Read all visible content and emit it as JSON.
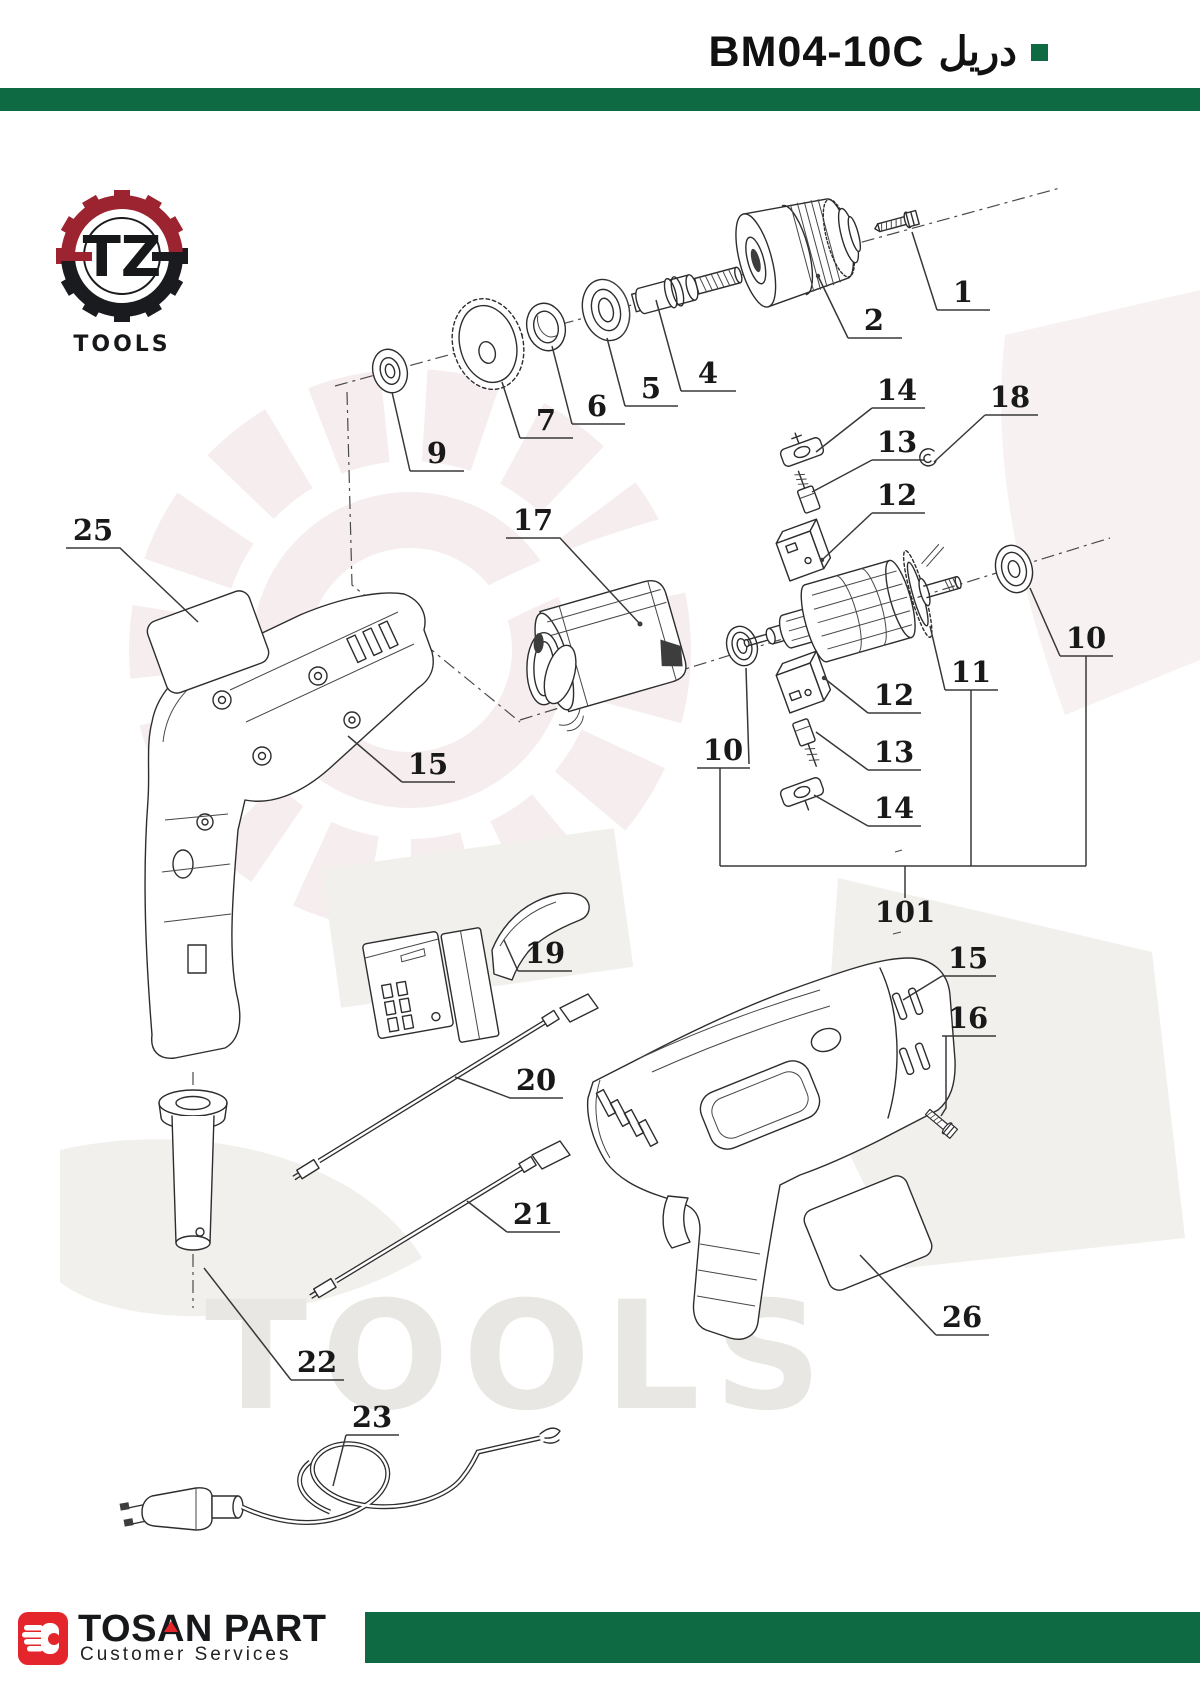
{
  "header": {
    "title_model": "BM04-10C",
    "title_arabic": "دريل",
    "accent_green": "#0d6a42"
  },
  "logo": {
    "monogram": "TZ",
    "text": "TOOLS",
    "red": "#9c2430",
    "black": "#1a1b1e"
  },
  "watermark": {
    "text": "TOOLS"
  },
  "callouts": [
    {
      "n": "1"
    },
    {
      "n": "2"
    },
    {
      "n": "4"
    },
    {
      "n": "5"
    },
    {
      "n": "6"
    },
    {
      "n": "7"
    },
    {
      "n": "9"
    },
    {
      "n": "14"
    },
    {
      "n": "13"
    },
    {
      "n": "12"
    },
    {
      "n": "18"
    },
    {
      "n": "17"
    },
    {
      "n": "25"
    },
    {
      "n": "10"
    },
    {
      "n": "11"
    },
    {
      "n": "10"
    },
    {
      "n": "12"
    },
    {
      "n": "13"
    },
    {
      "n": "14"
    },
    {
      "n": "15"
    },
    {
      "n": "101"
    },
    {
      "n": "19"
    },
    {
      "n": "15"
    },
    {
      "n": "16"
    },
    {
      "n": "20"
    },
    {
      "n": "21"
    },
    {
      "n": "22"
    },
    {
      "n": "26"
    },
    {
      "n": "23"
    }
  ],
  "footer": {
    "brand_p1": "TOS",
    "brand_p2": "A",
    "brand_p3": "N PART",
    "tagline": "Customer Services",
    "red": "#e4252b",
    "green": "#0d6a42"
  }
}
